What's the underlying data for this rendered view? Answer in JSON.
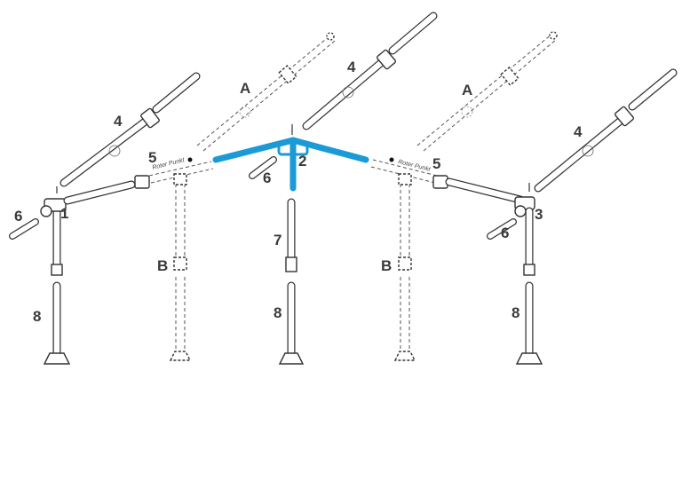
{
  "labels": {
    "n1": "1",
    "n2": "2",
    "n3": "3",
    "n4a": "4",
    "n4b": "4",
    "n4c": "4",
    "n5a": "5",
    "n5b": "5",
    "n6a": "6",
    "n6b": "6",
    "n6c": "6",
    "n7": "7",
    "n8a": "8",
    "n8b": "8",
    "n8c": "8",
    "A1": "A",
    "A2": "A",
    "B1": "B",
    "B2": "B"
  },
  "annotations": {
    "roter_punkt_left": "Roter Punkt",
    "roter_punkt_right": "Roter Punkt"
  },
  "colors": {
    "highlight": "#1a9ad6",
    "line": "#333333",
    "label": "#3a3a3a"
  }
}
